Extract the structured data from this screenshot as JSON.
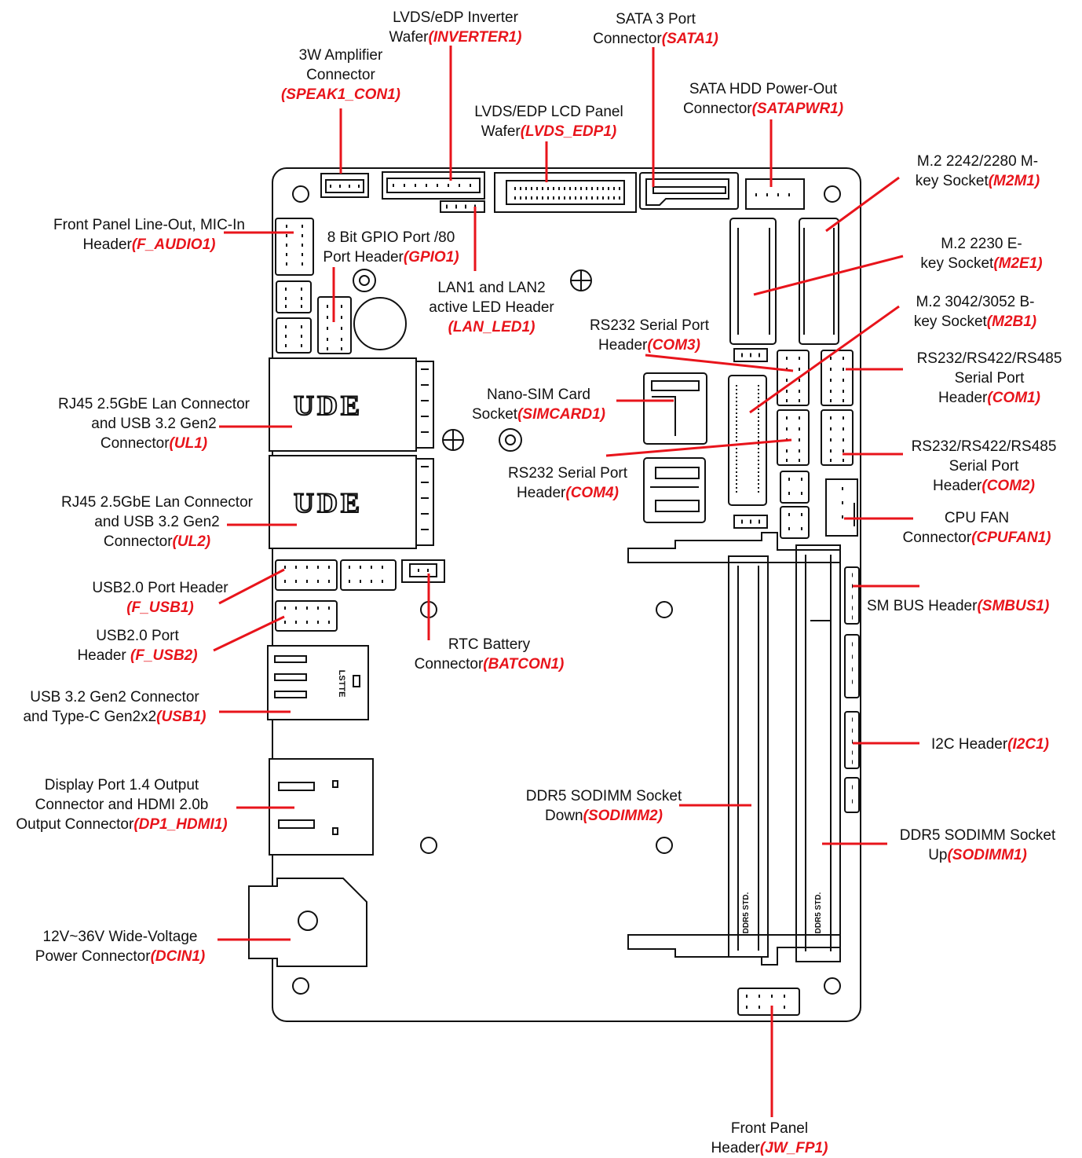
{
  "colors": {
    "board": "#ffffff",
    "outline": "#111111",
    "leader": "#e8141b",
    "ref": "#e8141b"
  },
  "board": {
    "rj45_logo_1": "UDE",
    "rj45_logo_2": "UDE",
    "usb_mark": "LSTTE",
    "sodimm_mark_1": "DDR5 STD.",
    "sodimm_mark_2": "DDR5 STD."
  },
  "callouts": {
    "inverter1": {
      "line1": "LVDS/eDP Inverter",
      "line2": "Wafer",
      "ref": "(INVERTER1)"
    },
    "sata1": {
      "line1": "SATA 3 Port",
      "line2": "Connector",
      "ref": "(SATA1)"
    },
    "speak1": {
      "line1": "3W Amplifier",
      "line2": "Connector",
      "ref": "(SPEAK1_CON1)"
    },
    "satapwr1": {
      "line1": "SATA HDD Power-Out",
      "line2": "Connector",
      "ref": "(SATAPWR1)"
    },
    "lvds_edp1": {
      "line1": "LVDS/EDP LCD Panel",
      "line2": "Wafer",
      "ref": "(LVDS_EDP1)"
    },
    "m2m1": {
      "line1": "M.2 2242/2280 M-",
      "line2": "key Socket",
      "ref": "(M2M1)"
    },
    "f_audio1": {
      "line1": "Front Panel Line-Out, MIC-In",
      "line2": "Header",
      "ref": "(F_AUDIO1)"
    },
    "gpio1": {
      "line1": "8 Bit GPIO Port /80",
      "line2": "Port Header",
      "ref": "(GPIO1)"
    },
    "m2e1": {
      "line1": "M.2 2230 E-",
      "line2": "key Socket",
      "ref": "(M2E1)"
    },
    "lan_led1": {
      "line1": "LAN1 and LAN2",
      "line2": "active LED Header",
      "ref": "(LAN_LED1)"
    },
    "m2b1": {
      "line1": "M.2 3042/3052 B-",
      "line2": "key Socket",
      "ref": "(M2B1)"
    },
    "com3": {
      "line1": "RS232 Serial Port",
      "line2": "Header",
      "ref": "(COM3)"
    },
    "com1": {
      "line1": "RS232/RS422/RS485",
      "line2": "Serial Port",
      "line3": "Header",
      "ref": "(COM1)"
    },
    "simcard1": {
      "line1": "Nano-SIM Card",
      "line2": "Socket",
      "ref": "(SIMCARD1)"
    },
    "ul1": {
      "line1": "RJ45 2.5GbE Lan Connector",
      "line2": "and USB 3.2 Gen2",
      "line3": "Connector",
      "ref": "(UL1)"
    },
    "com2": {
      "line1": "RS232/RS422/RS485",
      "line2": "Serial Port",
      "line3": "Header",
      "ref": "(COM2)"
    },
    "com4": {
      "line1": "RS232 Serial Port",
      "line2": "Header",
      "ref": "(COM4)"
    },
    "ul2": {
      "line1": "RJ45 2.5GbE Lan Connector",
      "line2": "and USB 3.2 Gen2",
      "line3": "Connector",
      "ref": "(UL2)"
    },
    "cpufan1": {
      "line1": "CPU FAN",
      "line2": "Connector",
      "ref": "(CPUFAN1)"
    },
    "f_usb1": {
      "line1": "USB2.0 Port Header",
      "ref": "(F_USB1)"
    },
    "smbus1": {
      "line1": "SM BUS Header",
      "ref": "(SMBUS1)"
    },
    "f_usb2": {
      "line1": "USB2.0 Port",
      "line2": "Header ",
      "ref": "(F_USB2)"
    },
    "batcon1": {
      "line1": "RTC Battery",
      "line2": "Connector",
      "ref": "(BATCON1)"
    },
    "usb1": {
      "line1": "USB 3.2 Gen2 Connector",
      "line2": "and Type-C Gen2x2",
      "ref": "(USB1)"
    },
    "i2c1": {
      "line1": "I2C Header",
      "ref": "(I2C1)"
    },
    "dp1_hdmi1": {
      "line1": "Display Port 1.4 Output",
      "line2": "Connector and HDMI 2.0b",
      "line3": "Output Connector",
      "ref": "(DP1_HDMI1)"
    },
    "sodimm2": {
      "line1": "DDR5 SODIMM Socket",
      "line2": "Down",
      "ref": "(SODIMM2)"
    },
    "sodimm1": {
      "line1": "DDR5 SODIMM Socket",
      "line2": "Up",
      "ref": "(SODIMM1)"
    },
    "dcin1": {
      "line1": "12V~36V Wide-Voltage",
      "line2": "Power Connector",
      "ref": "(DCIN1)"
    },
    "jw_fp1": {
      "line1": "Front Panel",
      "line2": "Header",
      "ref": "(JW_FP1)"
    }
  }
}
